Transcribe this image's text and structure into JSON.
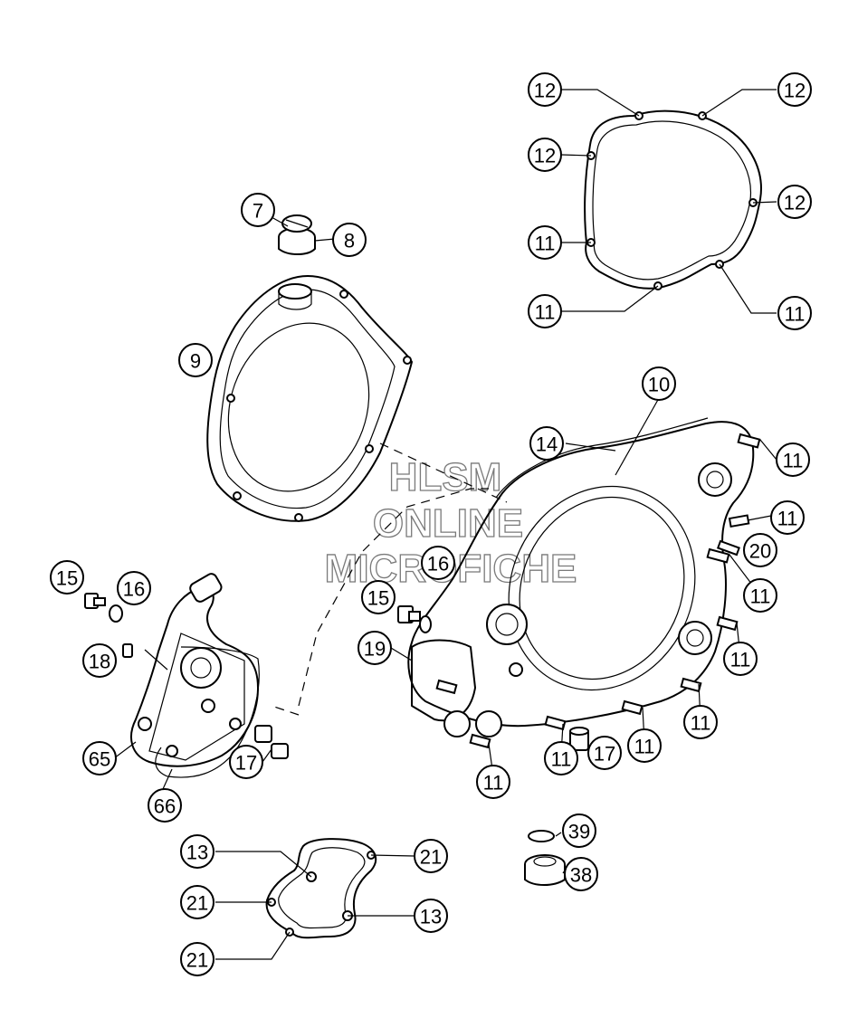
{
  "watermark": {
    "line1": "HLSM",
    "line2": "ONLINE",
    "line3": "MICROFICHE"
  },
  "callouts": [
    {
      "id": "c12a",
      "label": "12"
    },
    {
      "id": "c12b",
      "label": "12"
    },
    {
      "id": "c12c",
      "label": "12"
    },
    {
      "id": "c12d",
      "label": "12"
    },
    {
      "id": "c11a",
      "label": "11"
    },
    {
      "id": "c11b",
      "label": "11"
    },
    {
      "id": "c11c",
      "label": "11"
    },
    {
      "id": "c7",
      "label": "7"
    },
    {
      "id": "c8",
      "label": "8"
    },
    {
      "id": "c9",
      "label": "9"
    },
    {
      "id": "c10",
      "label": "10"
    },
    {
      "id": "c14",
      "label": "14"
    },
    {
      "id": "c11d",
      "label": "11"
    },
    {
      "id": "c11e",
      "label": "11"
    },
    {
      "id": "c20",
      "label": "20"
    },
    {
      "id": "c11f",
      "label": "11"
    },
    {
      "id": "c11g",
      "label": "11"
    },
    {
      "id": "c11h",
      "label": "11"
    },
    {
      "id": "c15a",
      "label": "15"
    },
    {
      "id": "c16a",
      "label": "16"
    },
    {
      "id": "c16b",
      "label": "16"
    },
    {
      "id": "c15b",
      "label": "15"
    },
    {
      "id": "c18",
      "label": "18"
    },
    {
      "id": "c19",
      "label": "19"
    },
    {
      "id": "c65",
      "label": "65"
    },
    {
      "id": "c17a",
      "label": "17"
    },
    {
      "id": "c66",
      "label": "66"
    },
    {
      "id": "c11i",
      "label": "11"
    },
    {
      "id": "c17b",
      "label": "17"
    },
    {
      "id": "c11j",
      "label": "11"
    },
    {
      "id": "c11k",
      "label": "11"
    },
    {
      "id": "c39",
      "label": "39"
    },
    {
      "id": "c38",
      "label": "38"
    },
    {
      "id": "c13a",
      "label": "13"
    },
    {
      "id": "c21a",
      "label": "21"
    },
    {
      "id": "c21b",
      "label": "21"
    },
    {
      "id": "c13b",
      "label": "13"
    },
    {
      "id": "c21c",
      "label": "21"
    }
  ]
}
